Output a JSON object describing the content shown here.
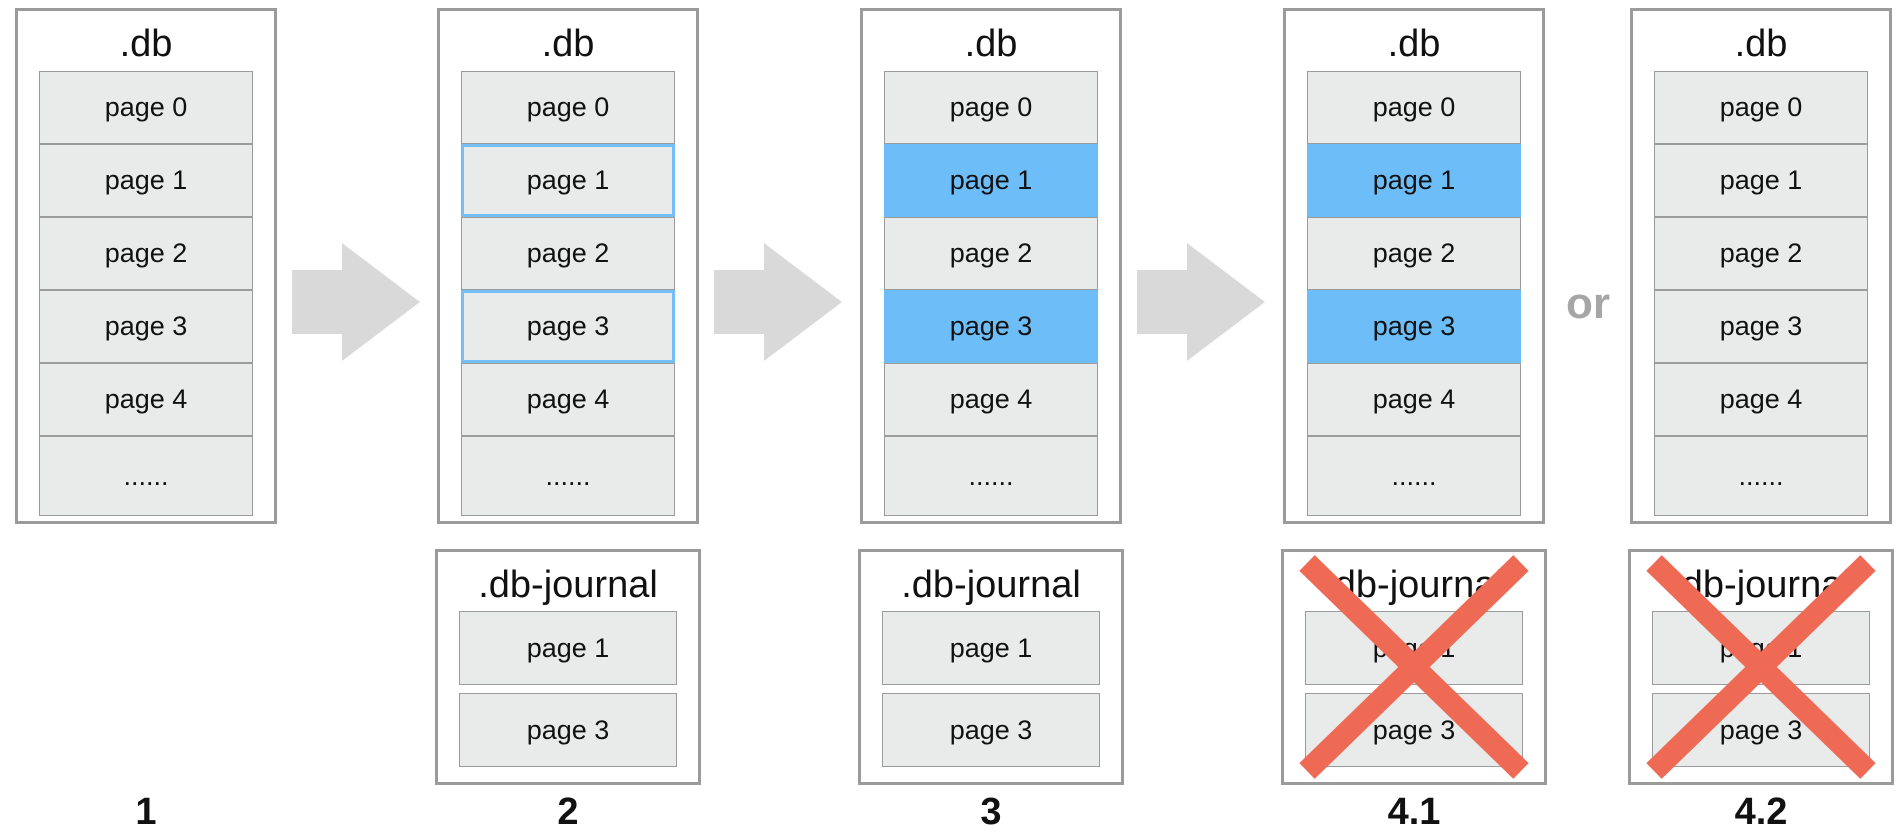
{
  "db_title": ".db",
  "journal_title": ".db-journal",
  "connector": "or",
  "colors": {
    "box_border": "#9b9b9b",
    "page_fill": "#e9eaea",
    "highlight_outline": "#74bff8",
    "highlight_fill": "#6dbdf8",
    "arrow": "#d9d9d9",
    "cross": "#ee6a55"
  },
  "stages": [
    {
      "label": "1",
      "db_pages": [
        {
          "label": "page 0",
          "state": "normal"
        },
        {
          "label": "page 1",
          "state": "normal"
        },
        {
          "label": "page 2",
          "state": "normal"
        },
        {
          "label": "page 3",
          "state": "normal"
        },
        {
          "label": "page 4",
          "state": "normal"
        },
        {
          "label": "......",
          "state": "normal"
        }
      ],
      "journal": null
    },
    {
      "label": "2",
      "db_pages": [
        {
          "label": "page 0",
          "state": "normal"
        },
        {
          "label": "page 1",
          "state": "outlined"
        },
        {
          "label": "page 2",
          "state": "normal"
        },
        {
          "label": "page 3",
          "state": "outlined"
        },
        {
          "label": "page 4",
          "state": "normal"
        },
        {
          "label": "......",
          "state": "normal"
        }
      ],
      "journal": {
        "pages": [
          "page 1",
          "page 3"
        ],
        "deleted": false
      }
    },
    {
      "label": "3",
      "db_pages": [
        {
          "label": "page 0",
          "state": "normal"
        },
        {
          "label": "page 1",
          "state": "filled"
        },
        {
          "label": "page 2",
          "state": "normal"
        },
        {
          "label": "page 3",
          "state": "filled"
        },
        {
          "label": "page 4",
          "state": "normal"
        },
        {
          "label": "......",
          "state": "normal"
        }
      ],
      "journal": {
        "pages": [
          "page 1",
          "page 3"
        ],
        "deleted": false
      }
    },
    {
      "label": "4.1",
      "db_pages": [
        {
          "label": "page 0",
          "state": "normal"
        },
        {
          "label": "page 1",
          "state": "filled"
        },
        {
          "label": "page 2",
          "state": "normal"
        },
        {
          "label": "page 3",
          "state": "filled"
        },
        {
          "label": "page 4",
          "state": "normal"
        },
        {
          "label": "......",
          "state": "normal"
        }
      ],
      "journal": {
        "pages": [
          "page 1",
          "page 3"
        ],
        "deleted": true
      }
    },
    {
      "label": "4.2",
      "db_pages": [
        {
          "label": "page 0",
          "state": "normal"
        },
        {
          "label": "page 1",
          "state": "normal"
        },
        {
          "label": "page 2",
          "state": "normal"
        },
        {
          "label": "page 3",
          "state": "normal"
        },
        {
          "label": "page 4",
          "state": "normal"
        },
        {
          "label": "......",
          "state": "normal"
        }
      ],
      "journal": {
        "pages": [
          "page 1",
          "page 3"
        ],
        "deleted": true
      }
    }
  ]
}
